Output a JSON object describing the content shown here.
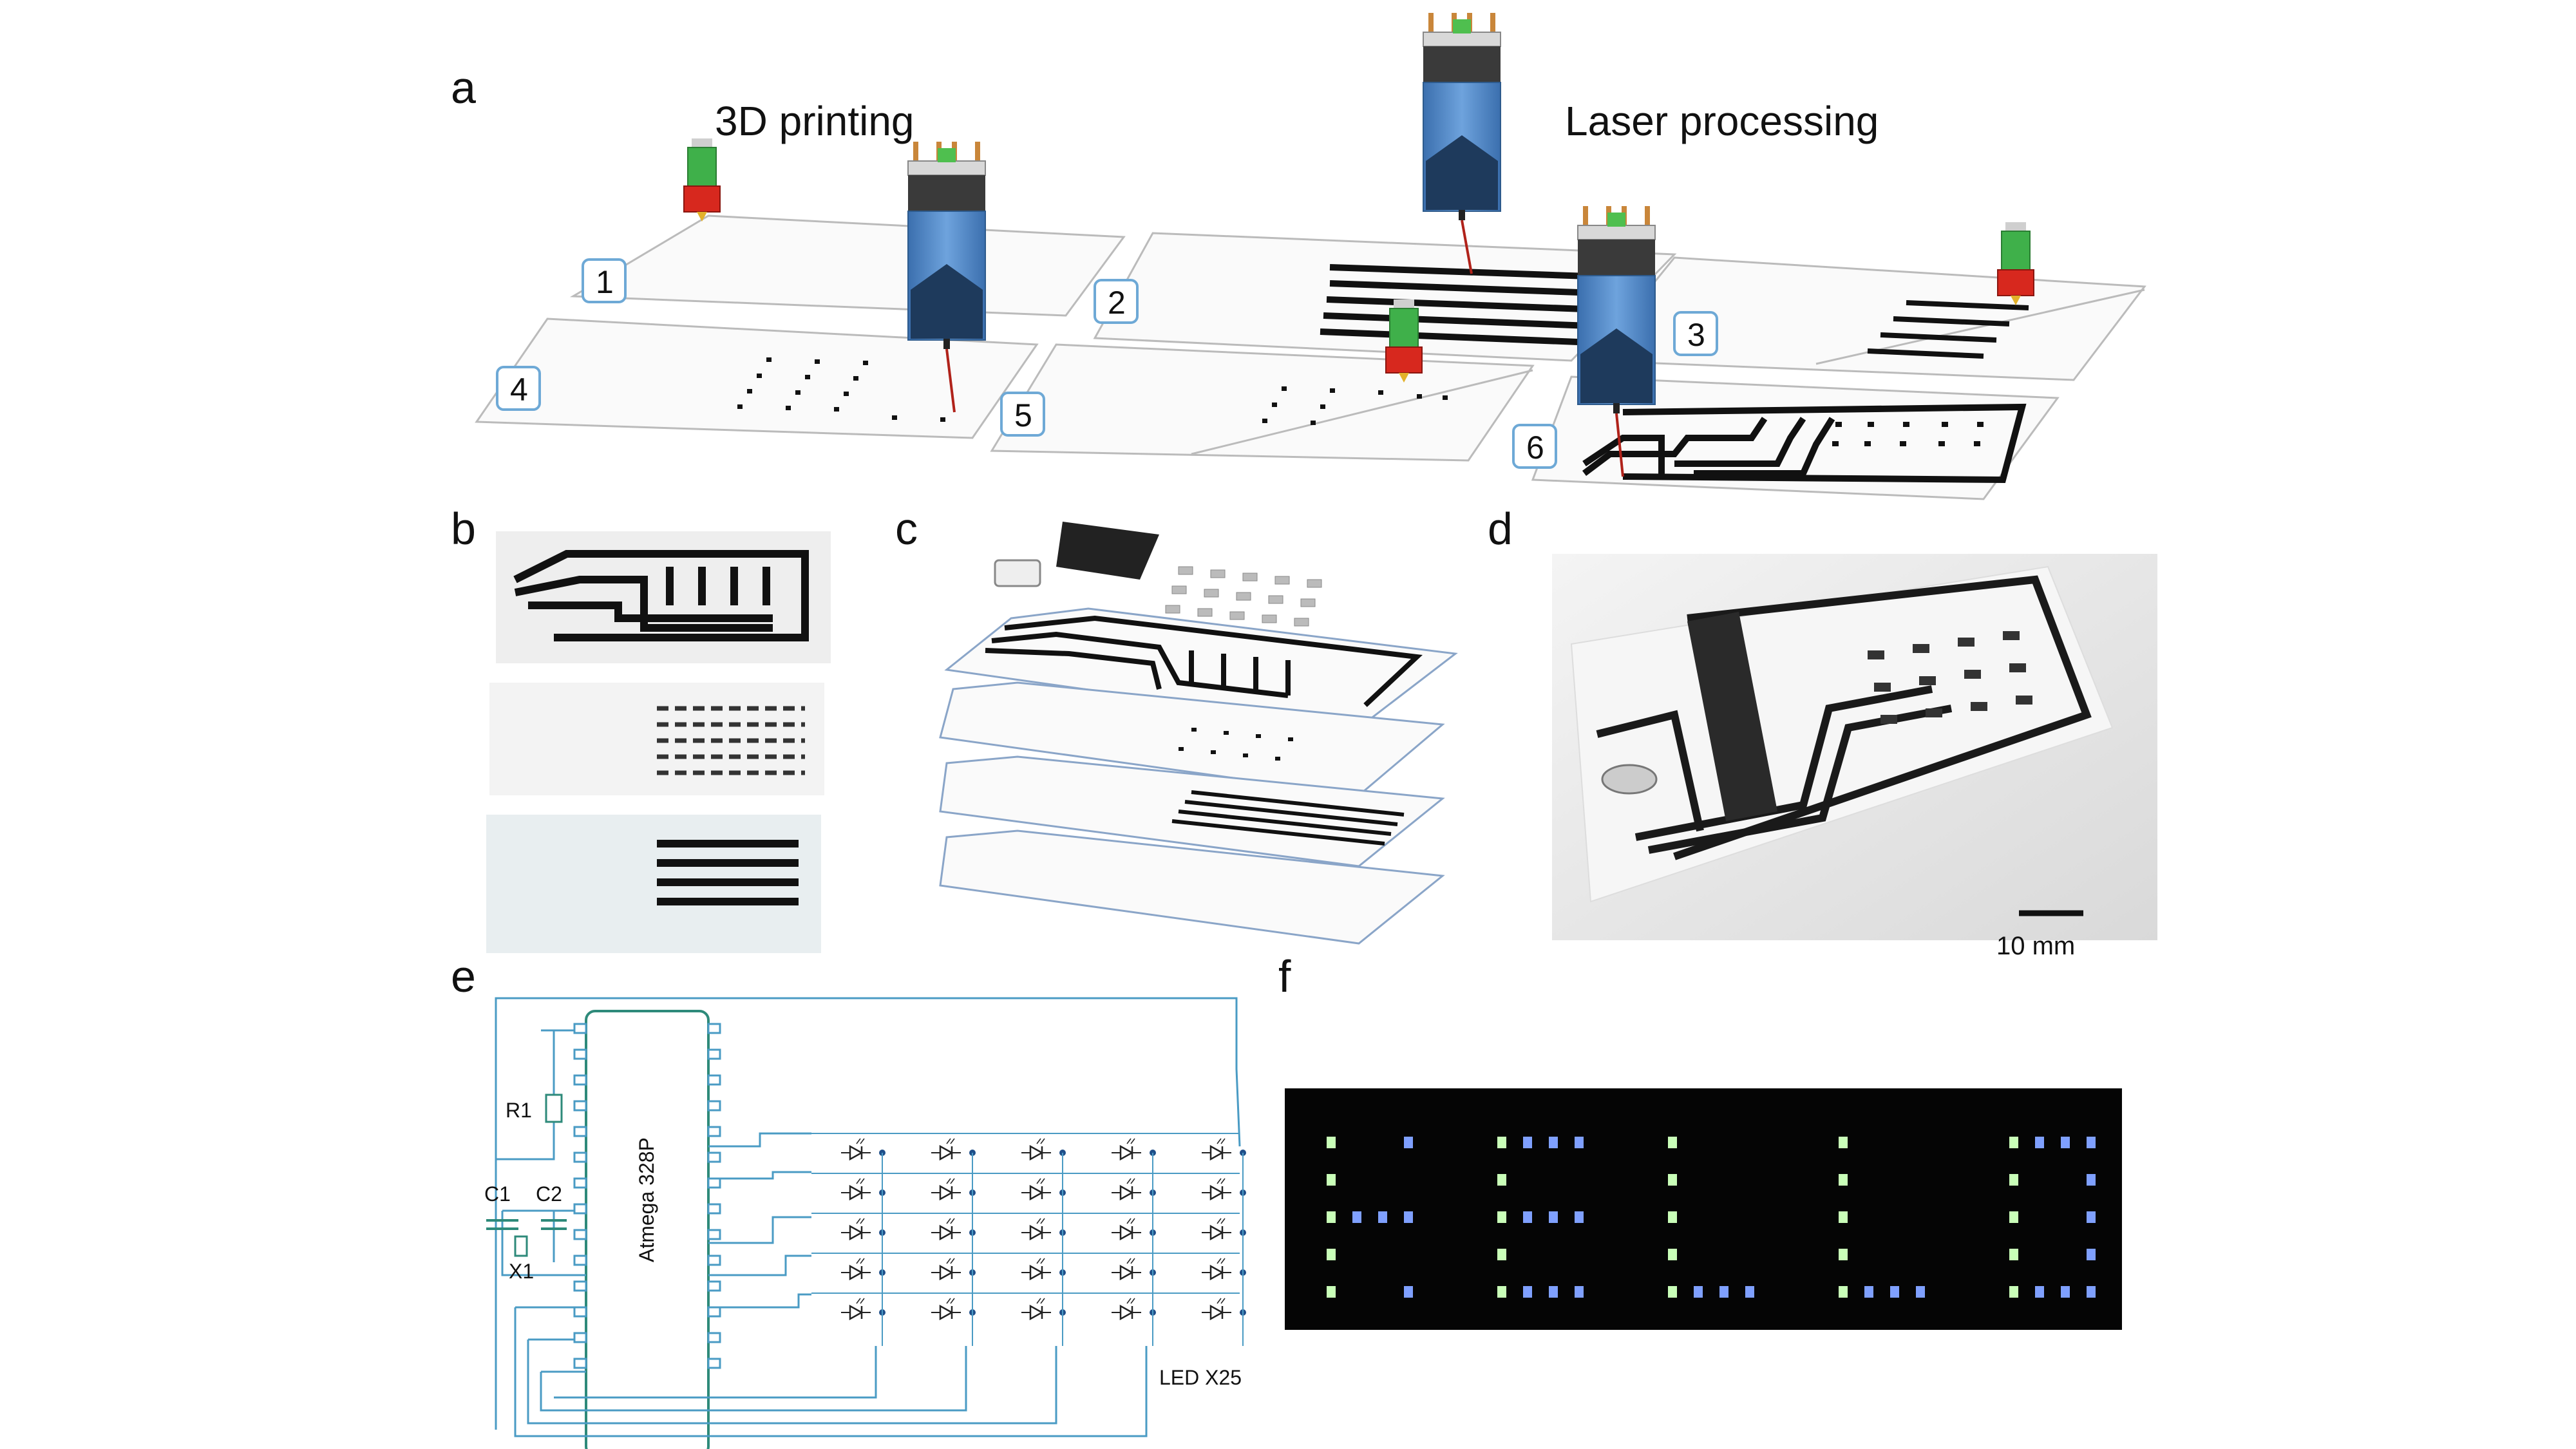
{
  "panels": {
    "a": {
      "letter": "a",
      "label_left": "3D printing",
      "label_right": "Laser processing",
      "steps": [
        "1",
        "2",
        "3",
        "4",
        "5",
        "6"
      ]
    },
    "b": {
      "letter": "b"
    },
    "c": {
      "letter": "c"
    },
    "d": {
      "letter": "d",
      "scale_bar": "10 mm"
    },
    "e": {
      "letter": "e",
      "chip_label": "Atmega 328P",
      "r1": "R1",
      "c1": "C1",
      "c2": "C2",
      "x1": "X1",
      "led_count": "LED X25"
    },
    "f": {
      "letter": "f"
    }
  },
  "colors": {
    "schematic": "#4a9bc4",
    "trace": "#111111",
    "laser_body": "#4f86c6",
    "nozzle_green": "#3fb04a",
    "nozzle_red": "#d7281e",
    "beam": "#b0221a",
    "led_green": "#c9ffb8",
    "led_blue": "#7fa0ff",
    "display_bg": "#050505"
  }
}
